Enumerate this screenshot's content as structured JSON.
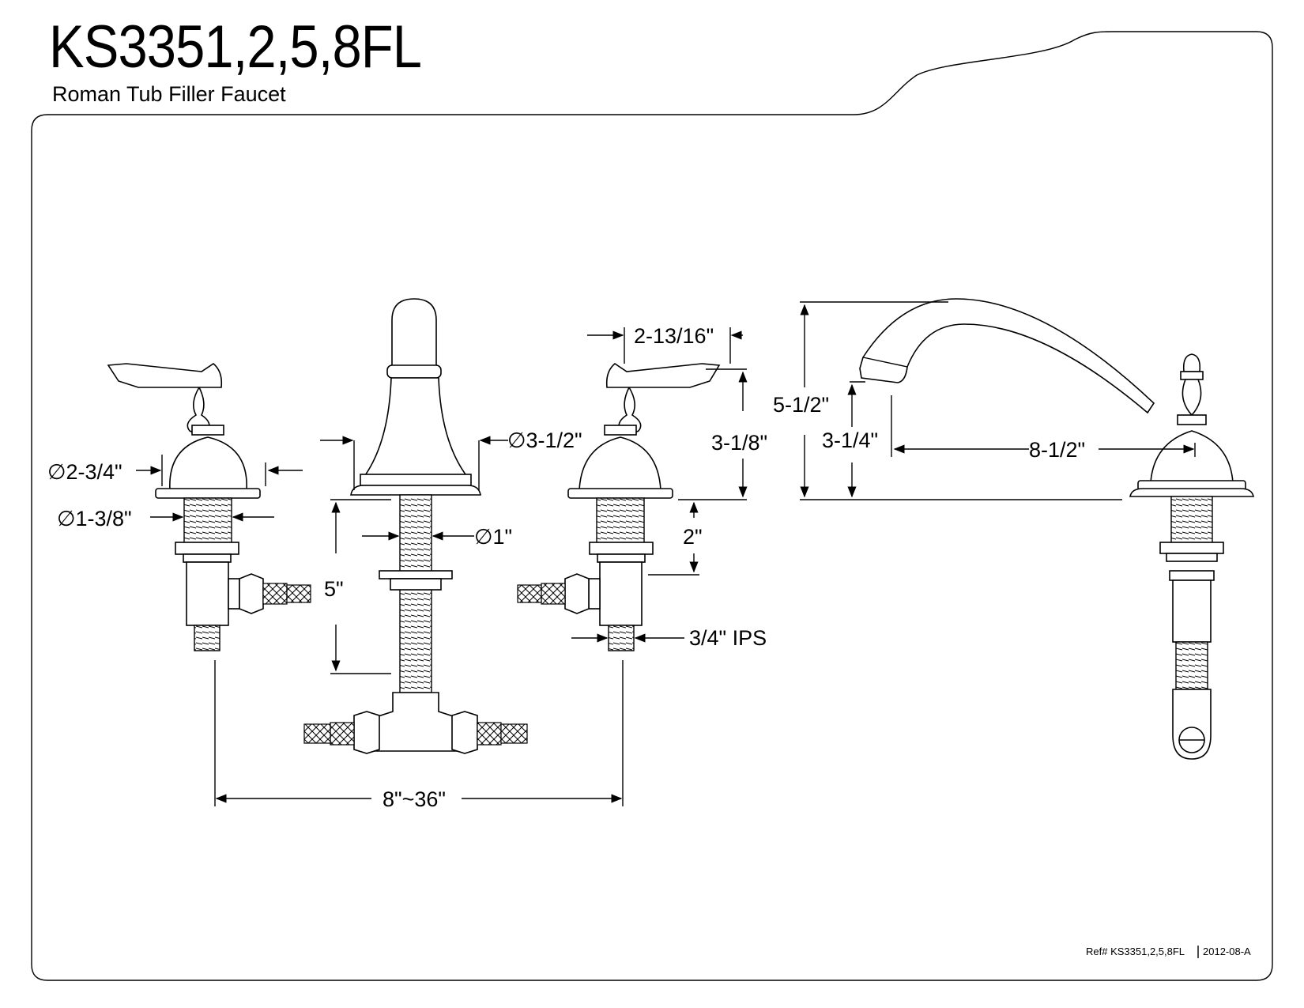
{
  "header": {
    "model": "KS3351,2,5,8FL",
    "product": "Roman Tub Filler Faucet"
  },
  "dimensions": {
    "handle_diameter": "∅2-3/4\"",
    "shank_diameter": "∅1-3/8\"",
    "spout_base_diameter": "∅3-1/2\"",
    "spout_shank_diameter": "∅1\"",
    "handle_width": "2-13/16\"",
    "handle_height": "3-1/8\"",
    "valve_shank_length": "2\"",
    "spout_shank_length": "5\"",
    "inlet_thread": "3/4\" IPS",
    "center_spread": "8\"~36\"",
    "spout_height": "5-1/2\"",
    "spout_outlet_height": "3-1/4\"",
    "spout_reach": "8-1/2\""
  },
  "footer": {
    "reference": "Ref# KS3351,2,5,8FL",
    "revision": "2012-08-A"
  }
}
